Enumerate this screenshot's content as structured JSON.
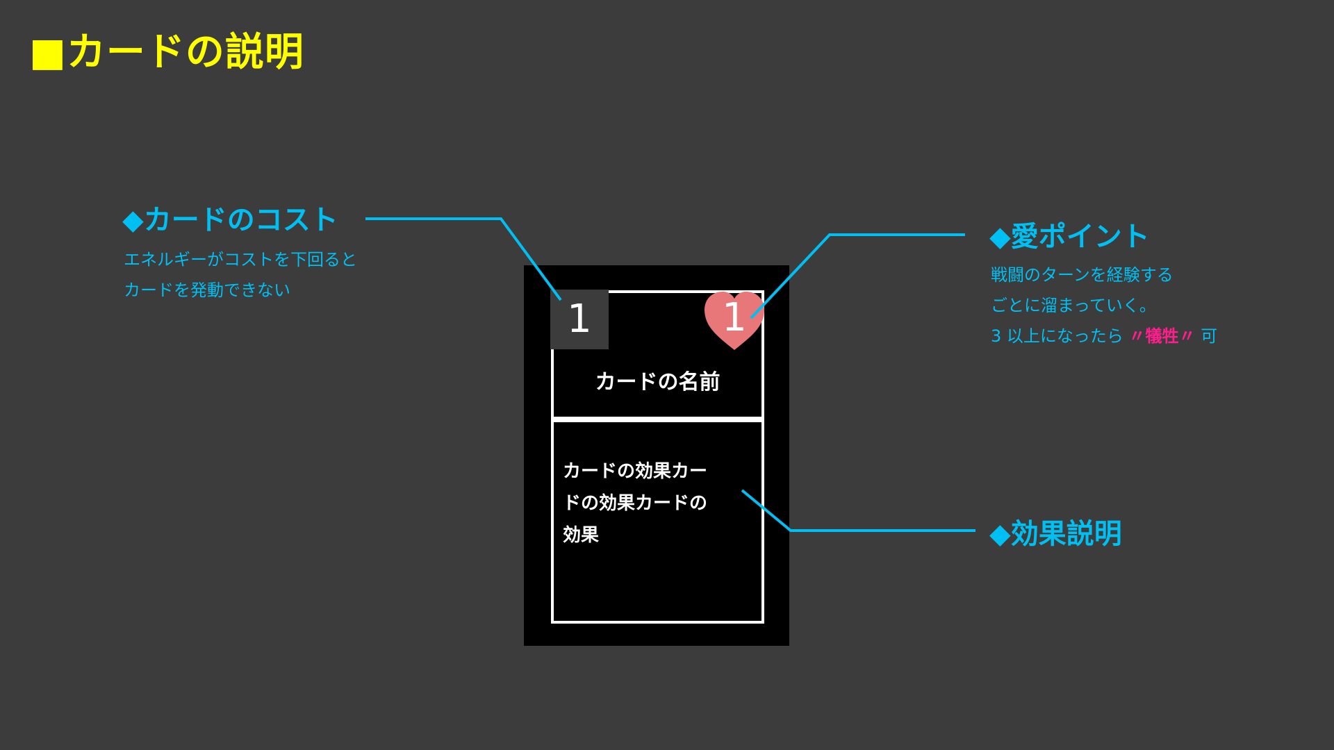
{
  "page_title": "■カードの説明",
  "card": {
    "cost": "1",
    "love_point": "1",
    "name": "カードの名前",
    "effect_lines": [
      "カードの効果カー",
      "ドの効果カードの",
      "効果"
    ]
  },
  "callouts": {
    "cost": {
      "title": "◆カードのコスト",
      "lines": [
        "エネルギーがコストを下回ると",
        "カードを発動できない"
      ]
    },
    "love": {
      "title": "◆愛ポイント",
      "lines": [
        "戦闘のターンを経験する",
        "ごとに溜まっていく。"
      ],
      "line3_before": "3 以上になったら ",
      "line3_accent": "〃犠牲〃",
      "line3_after": " 可"
    },
    "effect": {
      "title": "◆効果説明"
    }
  },
  "colors": {
    "background": "#3c3c3c",
    "title": "#ffff00",
    "callout": "#00bff3",
    "accent": "#ff1e8c",
    "heart": "#e8777a",
    "card": "#000000"
  },
  "icons": {
    "love_point": "heart-icon",
    "bullet": "diamond-bullet"
  }
}
